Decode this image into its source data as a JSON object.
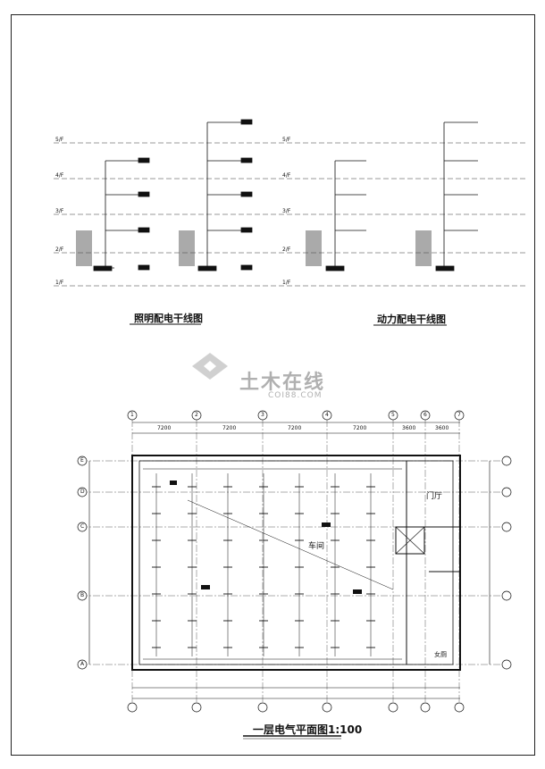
{
  "titles": {
    "lighting_riser": "照明配电干线图",
    "power_riser": "动力配电干线图",
    "plan": "一层电气平面图1:100"
  },
  "watermark": {
    "text": "土木在线",
    "sub": "COI88.COM"
  },
  "floor_levels": [
    "5/F",
    "4/F",
    "3/F",
    "2/F",
    "1/F"
  ],
  "axis_top": [
    "1",
    "2",
    "3",
    "4",
    "5",
    "6",
    "7"
  ],
  "axis_side": [
    "E",
    "D",
    "C",
    "B",
    "A"
  ],
  "dimensions_top": [
    "7200",
    "7200",
    "7200",
    "7200",
    "3600",
    "3600"
  ],
  "room_labels": {
    "lobby": "门厅",
    "workshop": "车间",
    "toilet": "女厕"
  }
}
